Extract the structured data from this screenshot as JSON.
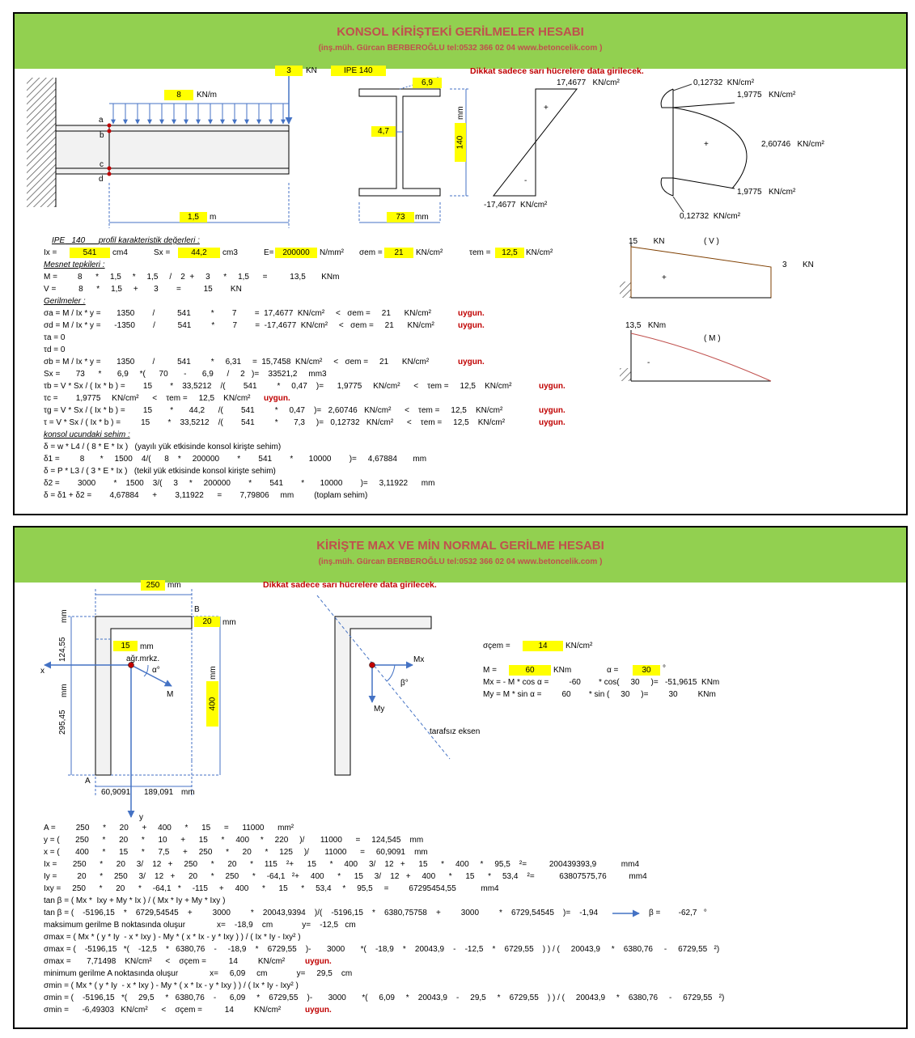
{
  "p1": {
    "title": "KONSOL KİRİŞTEKİ GERİLMELER HESABI",
    "subtitle": "(inş.müh. Gürcan BERBEROĞLU tel:0532 366 02 04   www.betoncelik.com )",
    "warning": "Dikkat sadece sarı hücrelere data girilecek.",
    "P": "3",
    "P_unit": "KN",
    "w": "8",
    "w_unit": "KN/m",
    "L": "1,5",
    "L_unit": "m",
    "pt_a": "a",
    "pt_b": "b",
    "pt_c": "c",
    "pt_d": "d",
    "ipe_label": "IPE",
    "ipe": "140",
    "tf": "6,9",
    "tw": "4,7",
    "h": "140",
    "h_unit": "mm",
    "b": "73",
    "b_unit": "mm",
    "s_top": "17,4677",
    "s_bot": "-17,4677",
    "unit_kncm2": "KN/cm²",
    "plus": "+",
    "minus": "-",
    "tau1": "0,12732",
    "tau2": "1,9775",
    "tau3": "2,60746",
    "tau4": "1,9775",
    "tau5": "0,12732",
    "v_left": "15",
    "v_right": "3",
    "v_unit": "KN",
    "v_title": "( V )",
    "m_val": "13,5",
    "m_unit": "KNm",
    "m_title": "( M )",
    "props_head": "profil karakteristik değerleri :",
    "Ix_lbl": "Ix =",
    "Ix": "541",
    "Ix_unit": "cm4",
    "Sx_lbl": "Sx =",
    "Sx": "44,2",
    "Sx_unit": "cm3",
    "E_lbl": "E=",
    "E": "200000",
    "E_unit": "N/mm²",
    "sem_lbl": "σem =",
    "sem": "21",
    "tem_lbl": "τem =",
    "tem": "12,5",
    "lines": [
      "Mesnet tepkileri :",
      "M =         8      *     1,5     *     1,5     /    2  +     3      *     1,5      =          13,5       KNm",
      "V =          8      *     1,5     +       3        =          15        KN",
      "Gerilmeler :",
      "σa = M / Ix * y =       1350        /          541         *        7        =  17,4677  KN/cm²     <   σem =     21      KN/cm²",
      "σd = M / Ix * y =      -1350        /          541         *        7        =  -17,4677  KN/cm²     <   σem =     21      KN/cm²",
      "τa = 0",
      "τd = 0",
      "σb = M / Ix * y =       1350        /          541         *     6,31     =  15,7458  KN/cm²     <   σem =     21      KN/cm²",
      "Sx =       73      *       6,9     *(      70       -       6,9      /     2   )=    33521,2     mm3",
      "τb = V * Sx / ( Ix * b ) =        15        *    33,5212    /(        541         *     0,47    )=      1,9775     KN/cm²      <    τem =     12,5    KN/cm²",
      "τc =        1,9775     KN/cm²      <    τem =     12,5    KN/cm²",
      "τg = V * Sx / ( Ix * b ) =        15        *       44,2      /(        541         *     0,47    )=   2,60746   KN/cm²      <    τem =     12,5    KN/cm²",
      "τ = V * Sx / ( Ix * b ) =         15        *    33,5212    /(        541         *       7,3     )=   0,12732   KN/cm²      <    τem =     12,5    KN/cm²",
      "konsol ucundaki sehim :",
      "δ = w * L4 / ( 8 * E * Ix )   (yayılı yük etkisinde konsol kirişte sehim)",
      "δ1 =         8       *     1500    4/(      8    *     200000        *        541        *       10000        )=     4,67884       mm",
      "δ = P * L3 / ( 3 * E * Ix )   (tekil yük etkisinde konsol kirişte sehim)",
      "δ2 =        3000        *    1500    3/(     3     *     200000        *        541        *       10000        )=     3,11922      mm",
      "δ = δ1 + δ2 =        4,67884      +        3,11922      =        7,79806     mm         (toplam sehim)"
    ],
    "ok": "uygun."
  },
  "p2": {
    "title": "KİRİŞTE MAX VE MİN NORMAL GERİLME HESABI",
    "subtitle": "(inş.müh. Gürcan BERBEROĞLU tel:0532 366 02 04   www.betoncelik.com )",
    "warning": "Dikkat sadece sarı hücrelere data girilecek.",
    "w_flange": "250",
    "mm": "mm",
    "t_flange": "20",
    "t_web": "15",
    "h_web": "400",
    "ya": "124,55",
    "yb": "295,45",
    "xa": "60,9091",
    "xb": "189,091",
    "pt_A": "A",
    "pt_B": "B",
    "ax_x": "x",
    "ax_y": "y",
    "agr": "ağr.mrkz.",
    "alpha_sym": "α°",
    "M_lbl": "M",
    "Mx": "Mx",
    "My": "My",
    "beta_sym": "β°",
    "neutral": "tarafsız eksen",
    "scem_lbl": "σçem =",
    "scem": "14",
    "scem_unit": "KN/cm²",
    "M_val_lbl": "M =",
    "M_val": "60",
    "M_val_unit": "KNm",
    "alpha_lbl": "α =",
    "alpha": "30",
    "deg": "°",
    "Mx_line": "Mx = - M * cos α =         -60        * cos(     30     )=   -51,9615  KNm",
    "My_line": "My = M * sin α =         60        * sin (     30     )=         30         KNm",
    "lines": [
      "A =         250      *      20      +     400      *      15      =      11000      mm²",
      "y = (       250      *      20      *      10      +      15      *     400     *     220     )/       11000      =     124,545    mm",
      "x = (       400      *      15      *      7,5      +     250      *      20      *     125     )/       11000      =     60,9091    mm",
      "Ix =       250      *      20     3/    12   +     250      *      20      *     115    ²+      15      *     400     3/    12   +      15      *     400     *     95,5    ²=          200439393,9           mm4",
      "Iy =         20      *     250     3/    12   +      20      *     250      *     -64,1   ²+     400      *      15     3/    12   +     400      *      15      *     53,4    ²=           63807575,76          mm4",
      "Ixy =     250      *      20      *     -64,1   *     -115     +     400      *      15      *     53,4     *     95,5     =         67295454,55           mm4",
      "tan β = ( Mx *  Ixy + My * Ix ) / ( Mx * Iy + My * Ixy )",
      "tan β = (    -5196,15    *    6729,54545    +         3000         *    20043,9394    )/(    -5196,15    *    6380,75758    +         3000         *    6729,54545    )=    -1,94",
      "maksimum gerilme B noktasında oluşur              x=    -18,9    cm             y=    -12,5   cm",
      "σmax = ( Mx * ( y * Iy  - x * Ixy ) - My * ( x * Ix - y * Ixy ) ) / ( Ix * Iy - Ixy² )",
      "σmax = (    -5196,15   *(    -12,5    *   6380,76    -     -18,9    *    6729,55    )-       3000       *(    -18,9    *    20043,9    -    -12,5    *    6729,55    ) ) / (     20043,9     *    6380,76     -     6729,55   ²)",
      "σmax =       7,71498    KN/cm²      <    σçem =          14         KN/cm²",
      "minimum gerilme A noktasında oluşur              x=     6,09     cm             y=     29,5    cm",
      "σmin = ( Mx * ( y * Iy  - x * Ixy ) - My * ( x * Ix - y * Ixy ) ) / ( Ix * Iy - Ixy² )",
      "σmin = (    -5196,15   *(     29,5     *   6380,76    -      6,09     *    6729,55    )-       3000       *(     6,09     *    20043,9    -     29,5     *    6729,55    ) ) / (     20043,9     *    6380,76     -     6729,55   ²)",
      "σmin =      -6,49303   KN/cm²      <    σçem =          14         KN/cm²"
    ],
    "beta_lbl": "β =",
    "beta": "-62,7",
    "deg2": "°",
    "ok": "uygun."
  }
}
